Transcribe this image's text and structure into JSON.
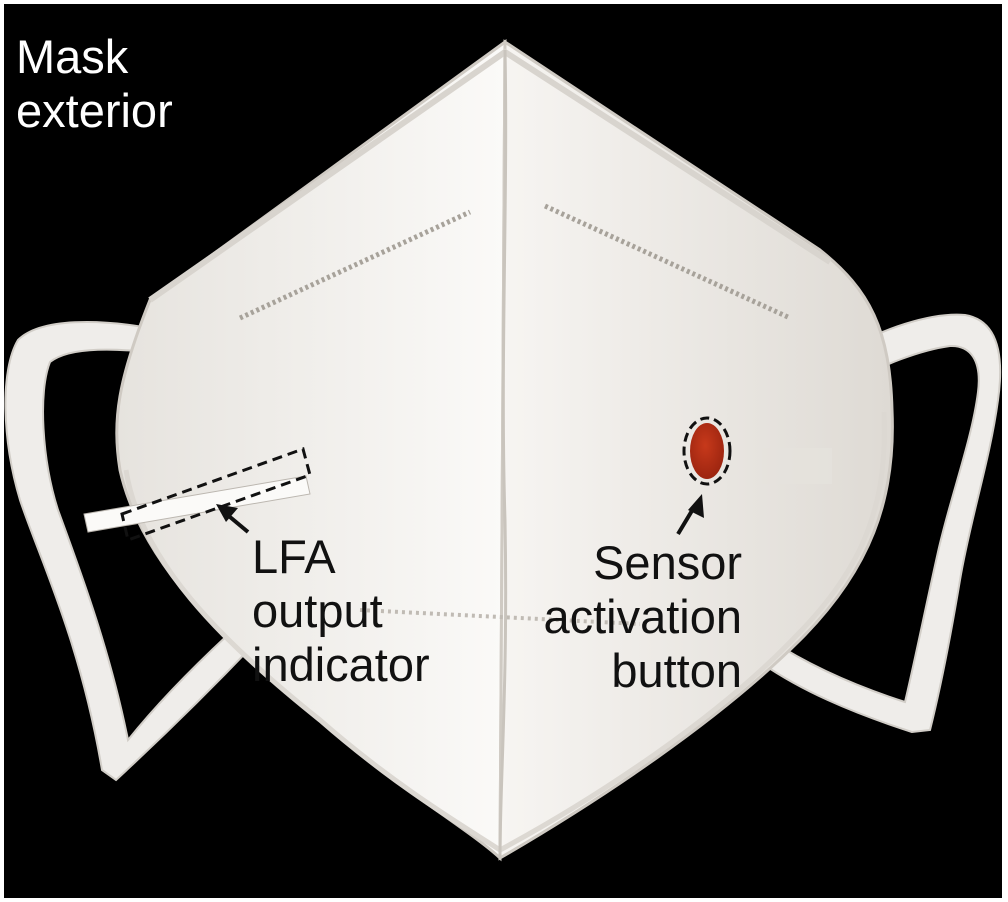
{
  "figure": {
    "corner_label": [
      "Mask",
      "exterior"
    ],
    "lfa_label": [
      "LFA",
      "output",
      "indicator"
    ],
    "sensor_label": [
      "Sensor",
      "activation",
      "button"
    ]
  },
  "colors": {
    "background": "#000000",
    "mask": "#f1eeea",
    "strap": "#f3f1ee",
    "button": "#b42d14",
    "annotation": "#111111"
  }
}
